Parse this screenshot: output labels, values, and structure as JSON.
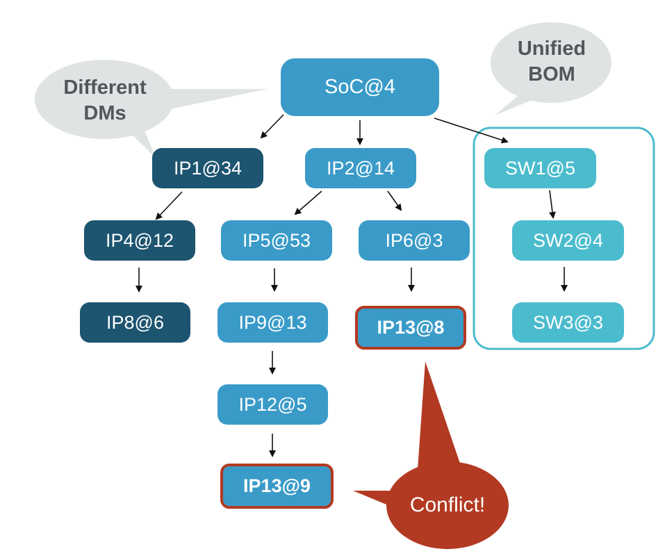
{
  "nodes": {
    "soc": "SoC@4",
    "ip1": "IP1@34",
    "ip2": "IP2@14",
    "sw1": "SW1@5",
    "ip4": "IP4@12",
    "ip5": "IP5@53",
    "ip6": "IP6@3",
    "sw2": "SW2@4",
    "ip8": "IP8@6",
    "ip9": "IP9@13",
    "ip13_8": "IP13@8",
    "sw3": "SW3@3",
    "ip12": "IP12@5",
    "ip13_9": "IP13@9"
  },
  "callouts": {
    "different_dms_line1": "Different",
    "different_dms_line2": "DMs",
    "unified_bom_line1": "Unified",
    "unified_bom_line2": "BOM",
    "conflict": "Conflict!"
  },
  "colors": {
    "dark_node": "#1d5470",
    "mid_node": "#3a9bc8",
    "light_node": "#4bbccd",
    "conflict_red": "#b23a22",
    "bubble_gray": "#dfe3e4",
    "group_outline": "#4bbccd"
  }
}
